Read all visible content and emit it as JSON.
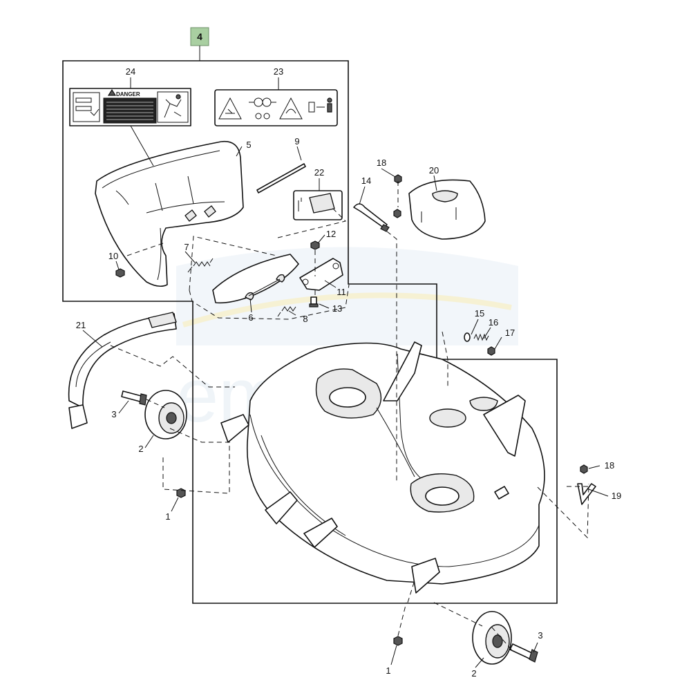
{
  "assembly_label": "4",
  "callouts": {
    "c1a": "1",
    "c1b": "1",
    "c2a": "2",
    "c2b": "2",
    "c3a": "3",
    "c3b": "3",
    "c5": "5",
    "c6": "6",
    "c7": "7",
    "c8": "8",
    "c9": "9",
    "c10": "10",
    "c11": "11",
    "c12": "12",
    "c13": "13",
    "c14": "14",
    "c15": "15",
    "c16": "16",
    "c17": "17",
    "c18a": "18",
    "c18b": "18",
    "c19": "19",
    "c20": "20",
    "c21": "21",
    "c22": "22",
    "c23": "23",
    "c24": "24"
  },
  "danger_decal": {
    "heading": "DANGER"
  },
  "watermark": {
    "text": "emparts"
  },
  "colors": {
    "assembly_label_bg": "#a9cfa1",
    "watermark": "#e3ecf4",
    "line": "#111111"
  }
}
